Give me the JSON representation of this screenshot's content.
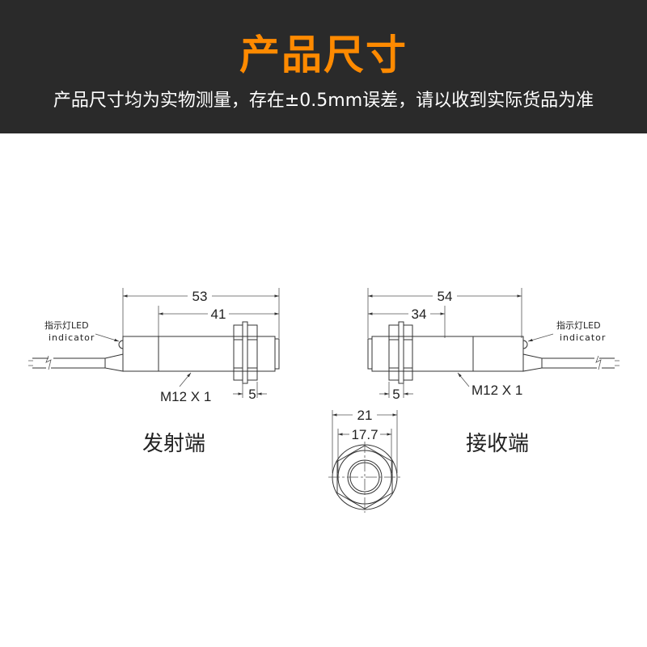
{
  "header": {
    "title": "产品尺寸",
    "subtitle": "产品尺寸均为实物测量，存在±0.5mm误差，请以收到实际货品为准"
  },
  "emitter": {
    "label": "发射端",
    "total_length": "53",
    "thread_length": "41",
    "nut_width": "5",
    "thread_spec": "M12 X 1",
    "led_label_cn": "指示灯LED",
    "led_label_en": "indicator"
  },
  "receiver": {
    "label": "接收端",
    "total_length": "54",
    "thread_length": "34",
    "nut_width": "5",
    "thread_spec": "M12 X 1",
    "led_label_cn": "指示灯LED",
    "led_label_en": "indicator"
  },
  "front_view": {
    "outer_diameter": "21",
    "inner_diameter": "17.7"
  },
  "colors": {
    "header_bg": "#2a2a2a",
    "title": "#ff8a00"
  }
}
